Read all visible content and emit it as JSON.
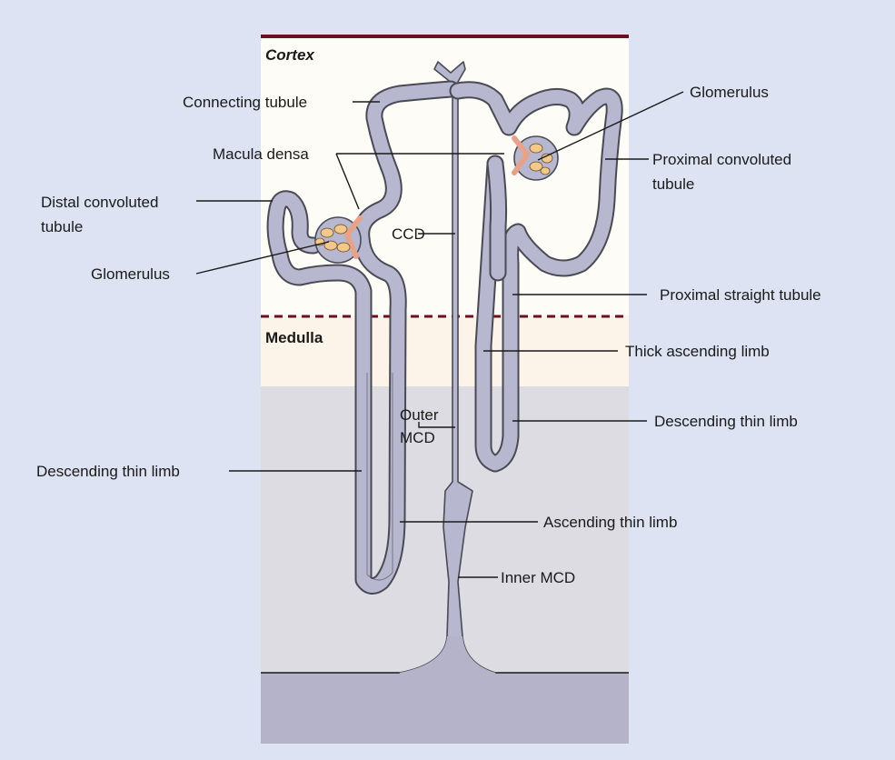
{
  "zones": {
    "cortex": "Cortex",
    "medulla": "Medulla"
  },
  "labels": {
    "connecting_tubule": "Connecting tubule",
    "macula_densa": "Macula densa",
    "distal_convoluted_line1": "Distal convoluted",
    "distal_convoluted_line2": "tubule",
    "glomerulus_left": "Glomerulus",
    "ccd": "CCD",
    "outer_mcd_line1": "Outer",
    "outer_mcd_line2": "MCD",
    "descending_thin_limb_left": "Descending thin limb",
    "ascending_thin_limb": "Ascending thin limb",
    "inner_mcd": "Inner MCD",
    "glomerulus_right": "Glomerulus",
    "proximal_convoluted_line1": "Proximal convoluted",
    "proximal_convoluted_line2": "tubule",
    "proximal_straight_tubule": "Proximal straight tubule",
    "thick_ascending_limb": "Thick ascending limb",
    "descending_thin_limb_right": "Descending thin limb"
  },
  "colors": {
    "background": "#dde3f3",
    "cortex": "#fefcf7",
    "outer_medulla": "#fcf4e8",
    "inner_medulla": "#dcdce2",
    "papilla": "#b5b3c9",
    "cortex_border": "#6b1020",
    "tubule": "#b7b7cf",
    "tubule_outline": "#4a4a55",
    "vessel": "#e6a389",
    "capillary": "#f2c98a"
  }
}
